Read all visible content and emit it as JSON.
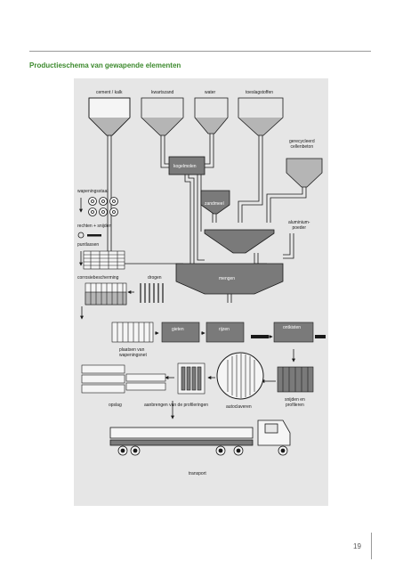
{
  "title": "Productieschema van gewapende elementen",
  "labels": {
    "cement": "cement / kalk",
    "kwartszand": "kwartszand",
    "water": "water",
    "toeslagstoffen": "toeslagstoffen",
    "gerecycleerd": "gerecycleerd\ncellenbeton",
    "kogelmolen": "kogelmolen",
    "zandmeel": "zandmeel",
    "aluminium": "aluminium-\npoeder",
    "wapeningsstaal": "wapeningsstaal",
    "rechten": "rechten + snijden",
    "puntlassen": "puntlassen",
    "corrosie": "corrosiebescherming",
    "drogen": "drogen",
    "mengen": "mengen",
    "gieten": "gieten",
    "rijzen": "rijzen",
    "ontkisten": "ontkisten",
    "plaatsen": "plaatsen van\nwapeningsnet",
    "snijden": "snijden en\nprofileren",
    "opslag": "opslag",
    "aanbrengen": "aanbrengen van de profileringen",
    "autoclaveren": "autoclaveren",
    "transport": "transport"
  },
  "page_number": "19",
  "colors": {
    "title": "#3d8a2e",
    "panel": "#e6e6e6",
    "machine": "#7a7a7a",
    "outline": "#1a1a1a",
    "light": "#f5f5f5"
  }
}
